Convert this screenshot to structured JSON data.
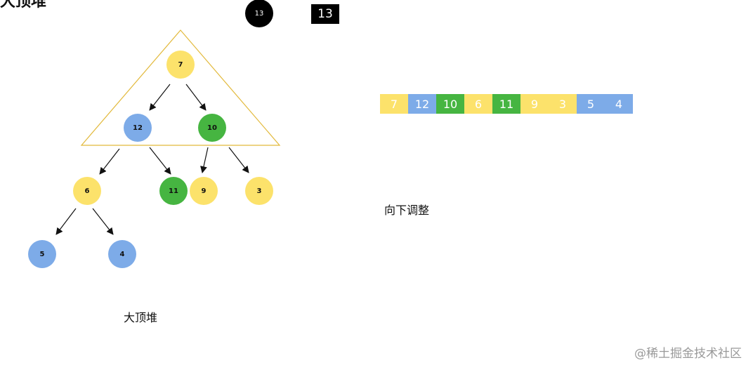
{
  "colors": {
    "yellow": "#FCE26B",
    "blue": "#7DABE8",
    "green": "#46B541",
    "black": "#000000",
    "triangle": "#E2B93B"
  },
  "header_cut": "大顶堆",
  "floating": {
    "circle_value": "13",
    "square_value": "13"
  },
  "tree": {
    "nodes": [
      {
        "value": "7",
        "color": "yellow"
      },
      {
        "value": "12",
        "color": "blue"
      },
      {
        "value": "10",
        "color": "green"
      },
      {
        "value": "6",
        "color": "yellow"
      },
      {
        "value": "11",
        "color": "green"
      },
      {
        "value": "9",
        "color": "yellow"
      },
      {
        "value": "3",
        "color": "yellow"
      },
      {
        "value": "5",
        "color": "blue"
      },
      {
        "value": "4",
        "color": "blue"
      }
    ],
    "caption": "大顶堆"
  },
  "array": {
    "cells": [
      {
        "value": "7",
        "color": "yellow"
      },
      {
        "value": "12",
        "color": "blue"
      },
      {
        "value": "10",
        "color": "green"
      },
      {
        "value": "6",
        "color": "yellow"
      },
      {
        "value": "11",
        "color": "green"
      },
      {
        "value": "9",
        "color": "yellow"
      },
      {
        "value": "3",
        "color": "yellow"
      },
      {
        "value": "5",
        "color": "blue"
      },
      {
        "value": "4",
        "color": "blue"
      }
    ],
    "caption": "向下调整"
  },
  "watermark": "@稀土掘金技术社区"
}
